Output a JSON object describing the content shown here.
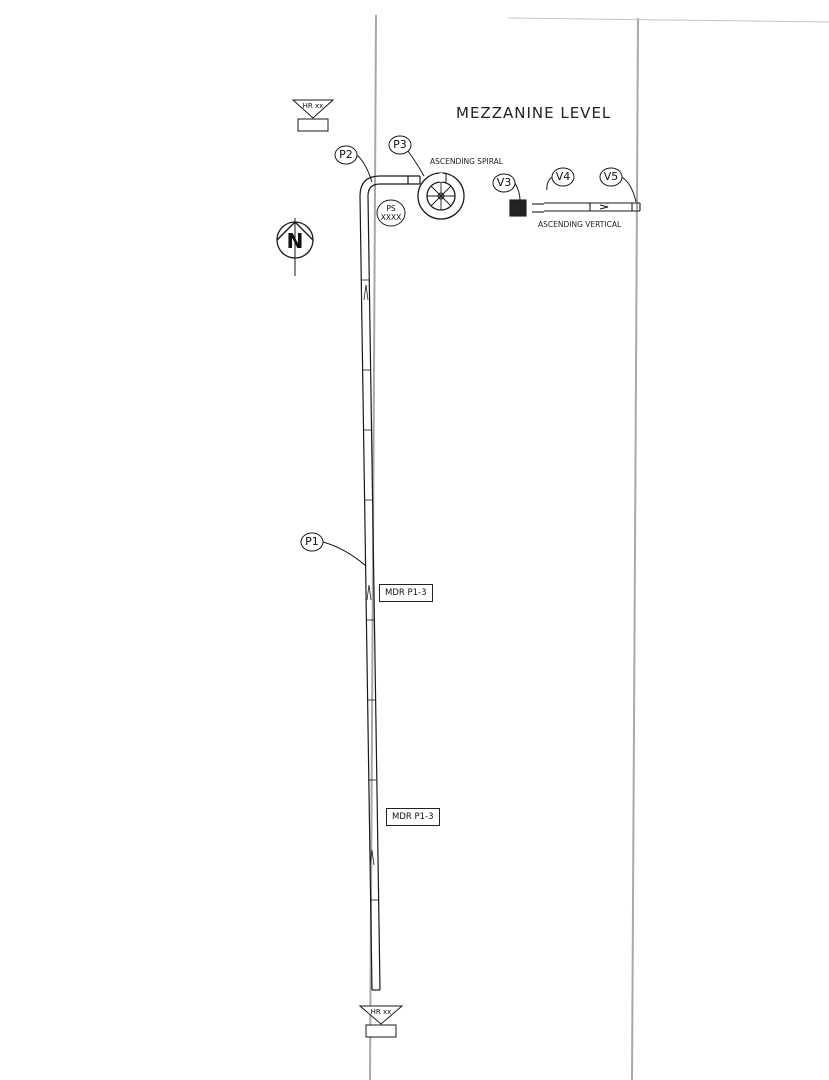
{
  "drawing": {
    "title": "MEZZANINE LEVEL",
    "notes": {
      "spiral": "ASCENDING SPIRAL",
      "vertical": "ASCENDING VERTICAL"
    },
    "bubbles": {
      "p1": "P1",
      "p2": "P2",
      "p3": "P3",
      "v3": "V3",
      "v4": "V4",
      "v5": "V5"
    },
    "tags": {
      "mdr_upper": "MDR P1-3",
      "mdr_lower": "MDR P1-3"
    },
    "hose_reels": {
      "top": "HR xx",
      "bottom": "HR xx"
    },
    "pipe_support": {
      "line1": "PS",
      "line2": "XXXX"
    },
    "north_arrow": "N"
  },
  "colors": {
    "line": "#1a1a1a",
    "wall": "#b0b0b0",
    "fill": "#222222"
  }
}
